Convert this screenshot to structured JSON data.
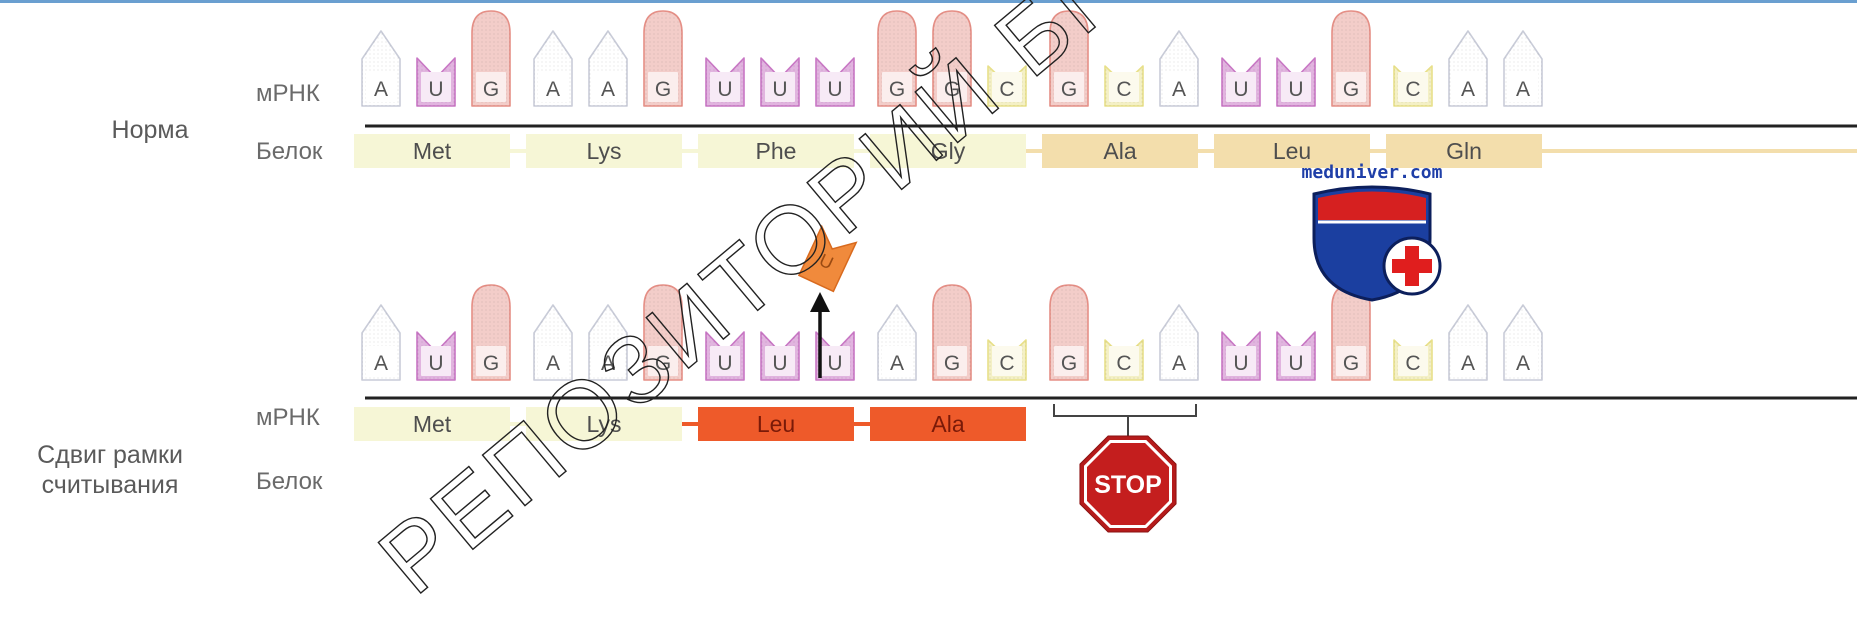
{
  "rows": [
    {
      "id": "normal",
      "label": "Норма",
      "mrna_label": "мРНК",
      "protein_label": "Белок",
      "bases": [
        "A",
        "U",
        "G",
        "A",
        "A",
        "G",
        "U",
        "U",
        "U",
        "G",
        "G",
        "C",
        "G",
        "C",
        "A",
        "U",
        "U",
        "G",
        "C",
        "A",
        "A"
      ],
      "proteins": [
        {
          "name": "Met",
          "codon": 0,
          "style": "pale"
        },
        {
          "name": "Lys",
          "codon": 1,
          "style": "pale"
        },
        {
          "name": "Phe",
          "codon": 2,
          "style": "pale"
        },
        {
          "name": "Gly",
          "codon": 3,
          "style": "pale"
        },
        {
          "name": "Ala",
          "codon": 4,
          "style": "tan"
        },
        {
          "name": "Leu",
          "codon": 5,
          "style": "tan"
        },
        {
          "name": "Gln",
          "codon": 6,
          "style": "tan"
        }
      ]
    },
    {
      "id": "frameshift",
      "label": "Сдвиг рамки считывания",
      "label_lines": [
        "Сдвиг рамки",
        "считывания"
      ],
      "mrna_label": "мРНК",
      "protein_label": "Белок",
      "bases": [
        "A",
        "U",
        "G",
        "A",
        "A",
        "G",
        "U",
        "U",
        "U",
        "A",
        "G",
        "C",
        "G",
        "C",
        "A",
        "U",
        "U",
        "G",
        "C",
        "A",
        "A"
      ],
      "proteins": [
        {
          "name": "Met",
          "codon": 0,
          "style": "pale"
        },
        {
          "name": "Lys",
          "codon": 1,
          "style": "pale"
        },
        {
          "name": "Leu",
          "codon": 2,
          "style": "red"
        },
        {
          "name": "Ala",
          "codon": 3,
          "style": "red"
        }
      ],
      "stop_label": "STOP"
    }
  ],
  "insertion": {
    "base": "U"
  },
  "watermark": {
    "text": "РЕПОЗИТОРИЙ БГ"
  },
  "logo": {
    "text": "meduniver.com"
  },
  "colors": {
    "A": "#c9ccd8",
    "U": "#c876c4",
    "G": "#e58f86",
    "C": "#e8e08a",
    "pale": "#f6f6d6",
    "tan": "#f3deac",
    "red": "#ee5a2a",
    "insert": "#f08a3c",
    "stop": "#c41e1e",
    "top_line": "#6a9fd0"
  }
}
